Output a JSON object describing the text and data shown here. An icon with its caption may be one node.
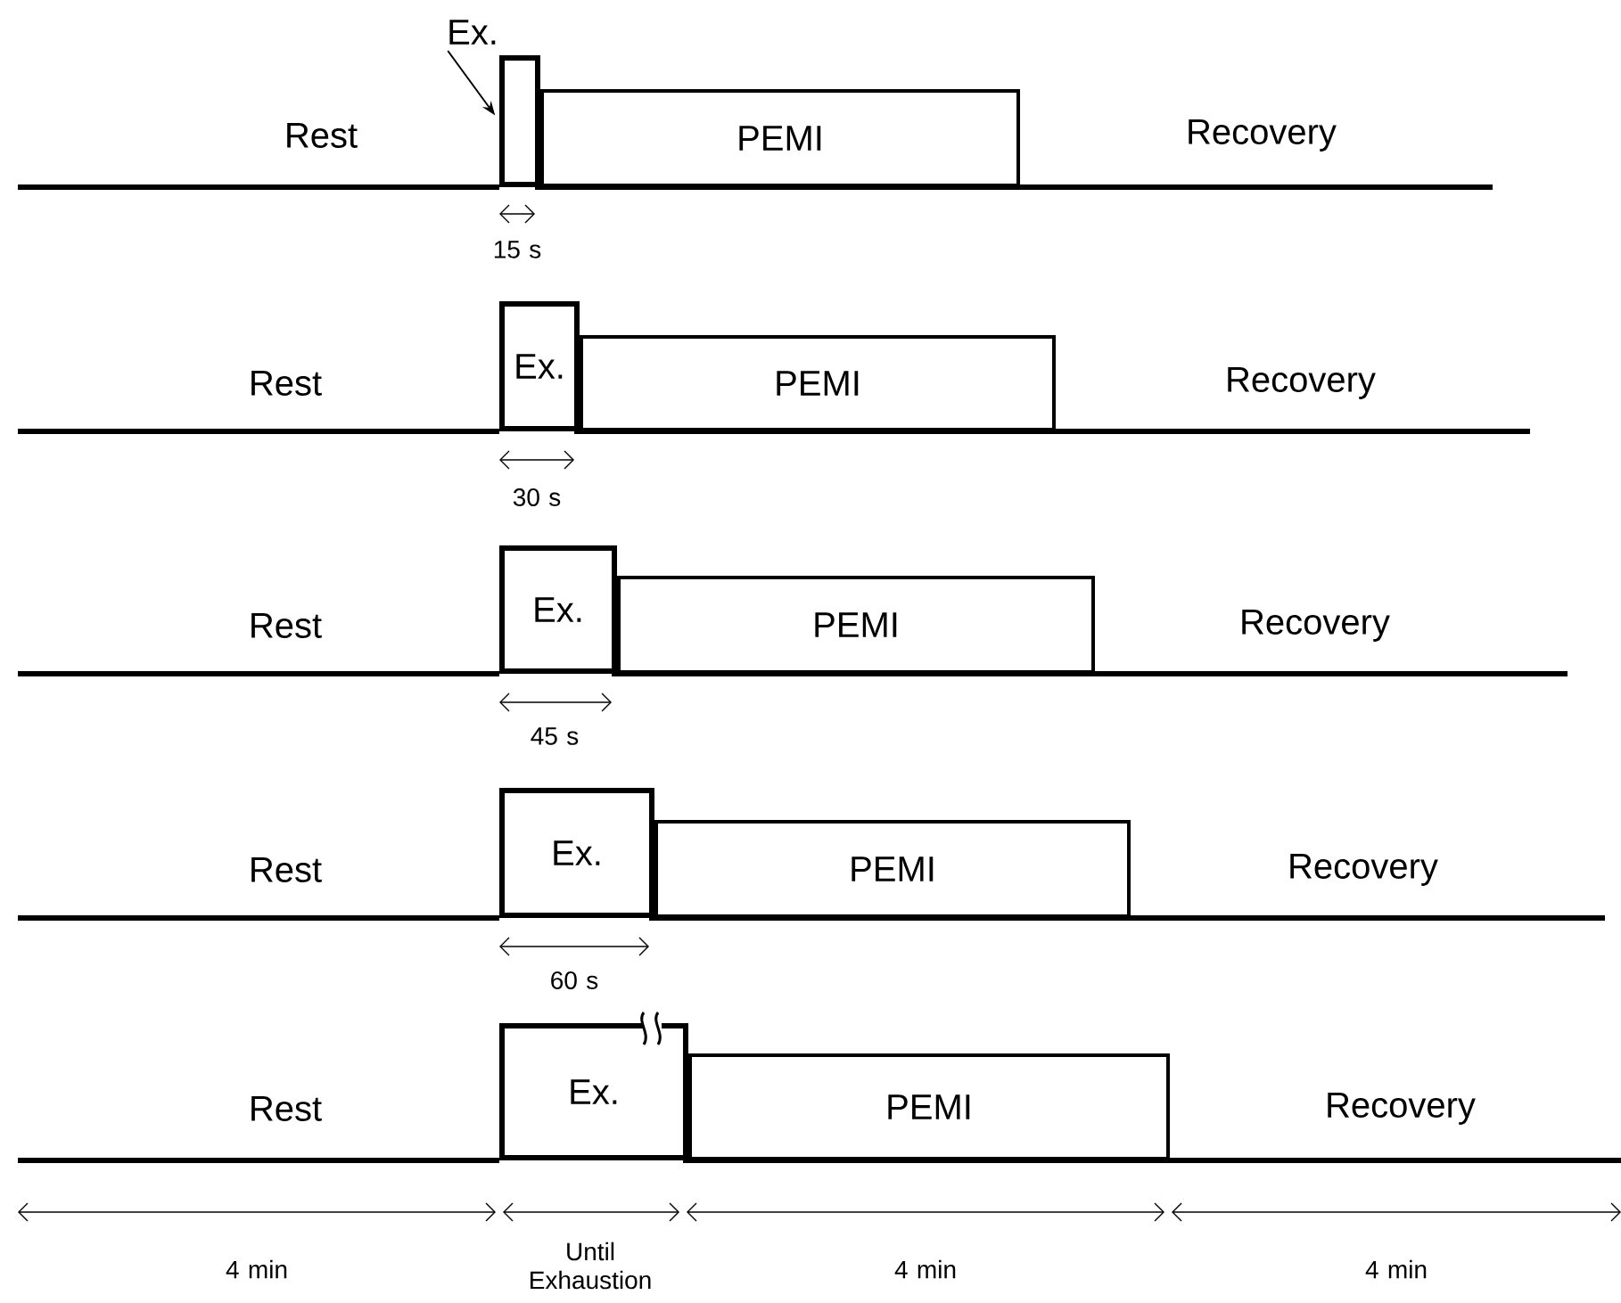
{
  "diagram": {
    "nodes": [
      {
        "text": [
          "Ex."
        ]
      },
      {
        "text": [],
        "shape": "bar"
      },
      {
        "text": [
          "PEMI"
        ]
      },
      {
        "text": [
          "Ex."
        ]
      },
      {
        "text": [
          "PEMI"
        ]
      },
      {
        "text": [
          "Ex."
        ]
      },
      {
        "text": [
          "PEMI"
        ]
      },
      {
        "text": [
          "Ex."
        ]
      },
      {
        "text": [
          "PEMI"
        ]
      },
      {
        "text": [
          "Ex."
        ]
      },
      {
        "text": [
          "PEMI"
        ]
      }
    ],
    "edges": [
      {
        "from": 0,
        "to": 1,
        "arrow": "to"
      }
    ],
    "labels": [
      "Rest",
      "Recovery",
      "15 s",
      "Rest",
      "Recovery",
      "30 s",
      "Rest",
      "Recovery",
      "45 s",
      "Rest",
      "Recovery",
      "60 s",
      "Rest",
      "Recovery",
      "4 min",
      "Until Exhaustion",
      "4 min",
      "4 min"
    ]
  }
}
